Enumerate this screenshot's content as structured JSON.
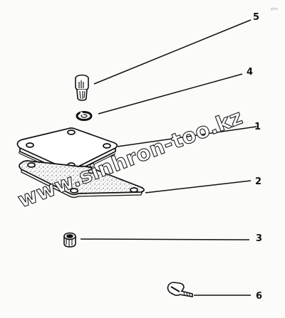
{
  "callouts": {
    "c5": "5",
    "c4": "4",
    "c1": "1",
    "c2": "2",
    "c3": "3",
    "c6": "6"
  },
  "watermark": "www.sinhron-too.kz",
  "corner_mark": "p/m",
  "colors": {
    "ink": "#111111",
    "paper": "#fbfbf9",
    "stipple": "#555555"
  }
}
